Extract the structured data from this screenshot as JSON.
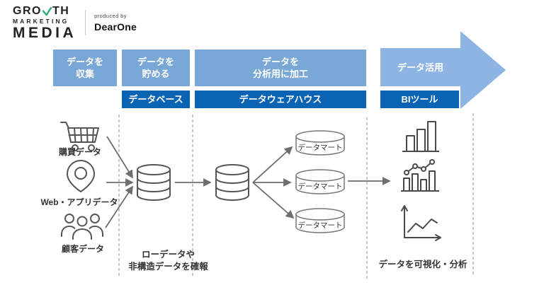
{
  "logo": {
    "title_pre": "GRO",
    "title_post": "TH",
    "title_line2": "MARKETING",
    "title_line3": "MEDIA",
    "produced_by": "produced by",
    "producer": "DearOne",
    "check_icon": "green-check-icon",
    "green": "#2eae72"
  },
  "colors": {
    "stage_blue": "#79a7d6",
    "arrow_blue": "#8eb4e3",
    "tool_blue": "#0a63b3",
    "stroke_gray": "#5c5c5c",
    "dash_gray": "#a0a0a0"
  },
  "pipeline": {
    "stages": [
      {
        "line1": "データを",
        "line2": "収集"
      },
      {
        "line1": "データを",
        "line2": "貯める"
      },
      {
        "line1": "データを",
        "line2": "分析用に加工"
      },
      {
        "label": "データ活用"
      }
    ],
    "tools": [
      {
        "label": "データベース"
      },
      {
        "label": "データウェアハウス"
      },
      {
        "label": "BIツール"
      }
    ]
  },
  "sources": [
    {
      "icon": "shopping-cart-icon",
      "label": "購買データ"
    },
    {
      "icon": "map-pin-icon",
      "label": "Web・アプリデータ"
    },
    {
      "icon": "people-icon",
      "label": "顧客データ"
    }
  ],
  "datamarts": [
    {
      "label": "データマート"
    },
    {
      "label": "データマート"
    },
    {
      "label": "データマート"
    }
  ],
  "notes": {
    "database_note_line1": "ローデータや",
    "database_note_line2": "非構造データを確報",
    "bi_note": "データを可視化・分析"
  },
  "chart_icons": [
    {
      "icon": "bar-chart-icon"
    },
    {
      "icon": "combo-chart-icon"
    },
    {
      "icon": "line-chart-icon"
    }
  ]
}
